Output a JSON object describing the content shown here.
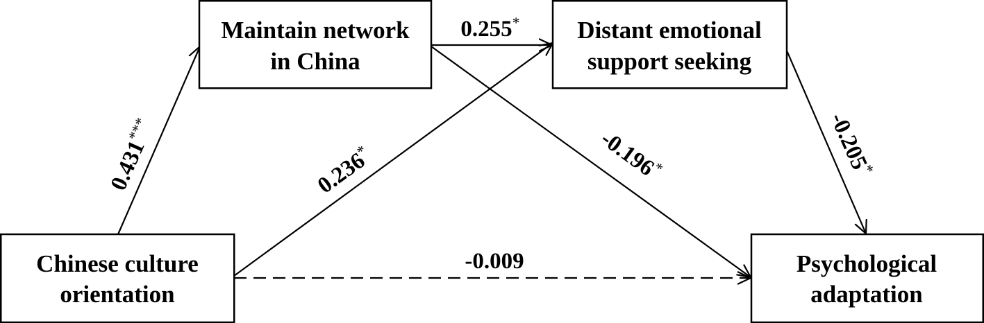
{
  "nodes": {
    "chinese_culture": {
      "line1": "Chinese culture",
      "line2": "orientation"
    },
    "maintain_network": {
      "line1": "Maintain network",
      "line2": "in China"
    },
    "distant_support": {
      "line1": "Distant emotional",
      "line2": "support seeking"
    },
    "psych_adaptation": {
      "line1": "Psychological",
      "line2": "adaptation"
    }
  },
  "paths": {
    "culture_to_network": {
      "value": "0.431",
      "sig": "***"
    },
    "network_to_support": {
      "value": "0.255",
      "sig": "*"
    },
    "culture_to_support": {
      "value": "0.236",
      "sig": "*"
    },
    "network_to_adaptation": {
      "value": "-0.196",
      "sig": "*"
    },
    "support_to_adaptation": {
      "value": "-0.205",
      "sig": "*"
    },
    "culture_to_adaptation": {
      "value": "-0.009",
      "sig": ""
    }
  },
  "colors": {
    "line": "#000000",
    "background": "#ffffff"
  }
}
